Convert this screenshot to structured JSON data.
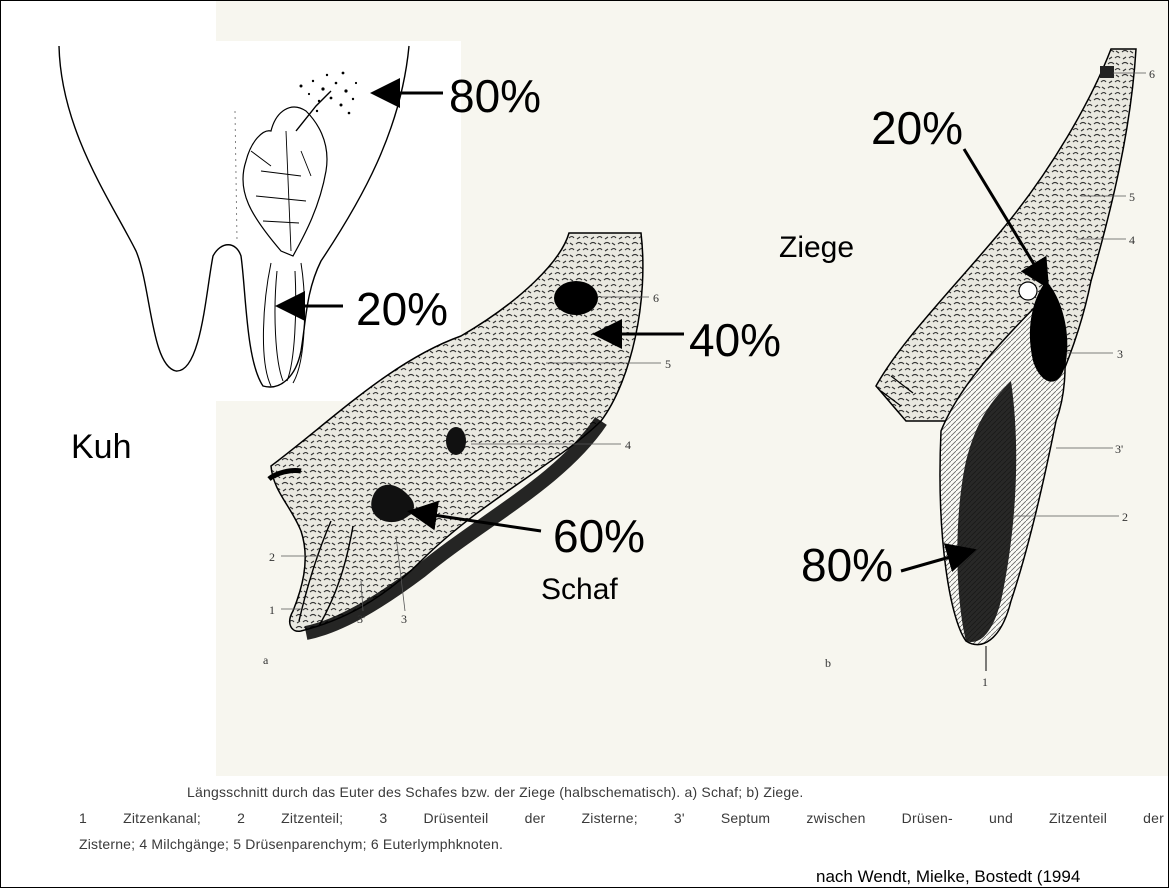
{
  "labels": {
    "kuh": "Kuh",
    "schaf": "Schaf",
    "ziege": "Ziege",
    "kuh_top_pct": "80%",
    "kuh_bottom_pct": "20%",
    "schaf_top_pct": "40%",
    "schaf_bottom_pct": "60%",
    "ziege_top_pct": "20%",
    "ziege_bottom_pct": "80%"
  },
  "figure_numbers": {
    "schaf": [
      "6",
      "5",
      "4",
      "2",
      "1",
      "3'",
      "3"
    ],
    "ziege": [
      "6",
      "5",
      "4",
      "3",
      "3'",
      "2",
      "1"
    ],
    "panel_a": "a",
    "panel_b": "b"
  },
  "caption": {
    "line1": "Längsschnitt durch das Euter des Schafes bzw. der Ziege (halbschematisch). a) Schaf; b) Ziege.",
    "line2": "1 Zitzenkanal; 2 Zitzenteil; 3 Drüsenteil der Zisterne; 3' Septum zwischen Drüsen- und Zitzenteil der",
    "line3": "Zisterne; 4 Milchgänge; 5 Drüsenparenchym; 6 Euterlymphknoten."
  },
  "source": "nach Wendt, Mielke, Bostedt (1994"
}
